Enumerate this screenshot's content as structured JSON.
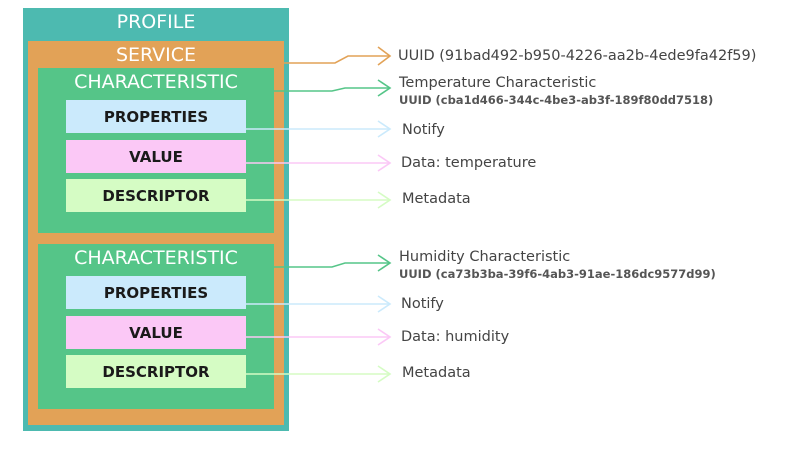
{
  "profile": {
    "header": "PROFILE",
    "service": {
      "header": "SERVICE",
      "uuid_label": "UUID (91bad492-b950-4226-aa2b-4ede9fa42f59)",
      "characteristics": [
        {
          "header": "CHARACTERISTIC",
          "name": "Temperature Characteristic",
          "uuid": "UUID (cba1d466-344c-4be3-ab3f-189f80dd7518)",
          "properties": {
            "box": "PROPERTIES",
            "label": "Notify"
          },
          "value": {
            "box": "VALUE",
            "label": "Data: temperature"
          },
          "descriptor": {
            "box": "DESCRIPTOR",
            "label": "Metadata"
          }
        },
        {
          "header": "CHARACTERISTIC",
          "name": "Humidity Characteristic",
          "uuid": "UUID (ca73b3ba-39f6-4ab3-91ae-186dc9577d99)",
          "properties": {
            "box": "PROPERTIES",
            "label": "Notify"
          },
          "value": {
            "box": "VALUE",
            "label": "Data: humidity"
          },
          "descriptor": {
            "box": "DESCRIPTOR",
            "label": "Metadata"
          }
        }
      ]
    }
  },
  "colors": {
    "profile": "#4dbab0",
    "service": "#e2a257",
    "characteristic": "#55c588",
    "properties": "#cbeafc",
    "value": "#fbc8f6",
    "descriptor": "#d5fcc4"
  }
}
